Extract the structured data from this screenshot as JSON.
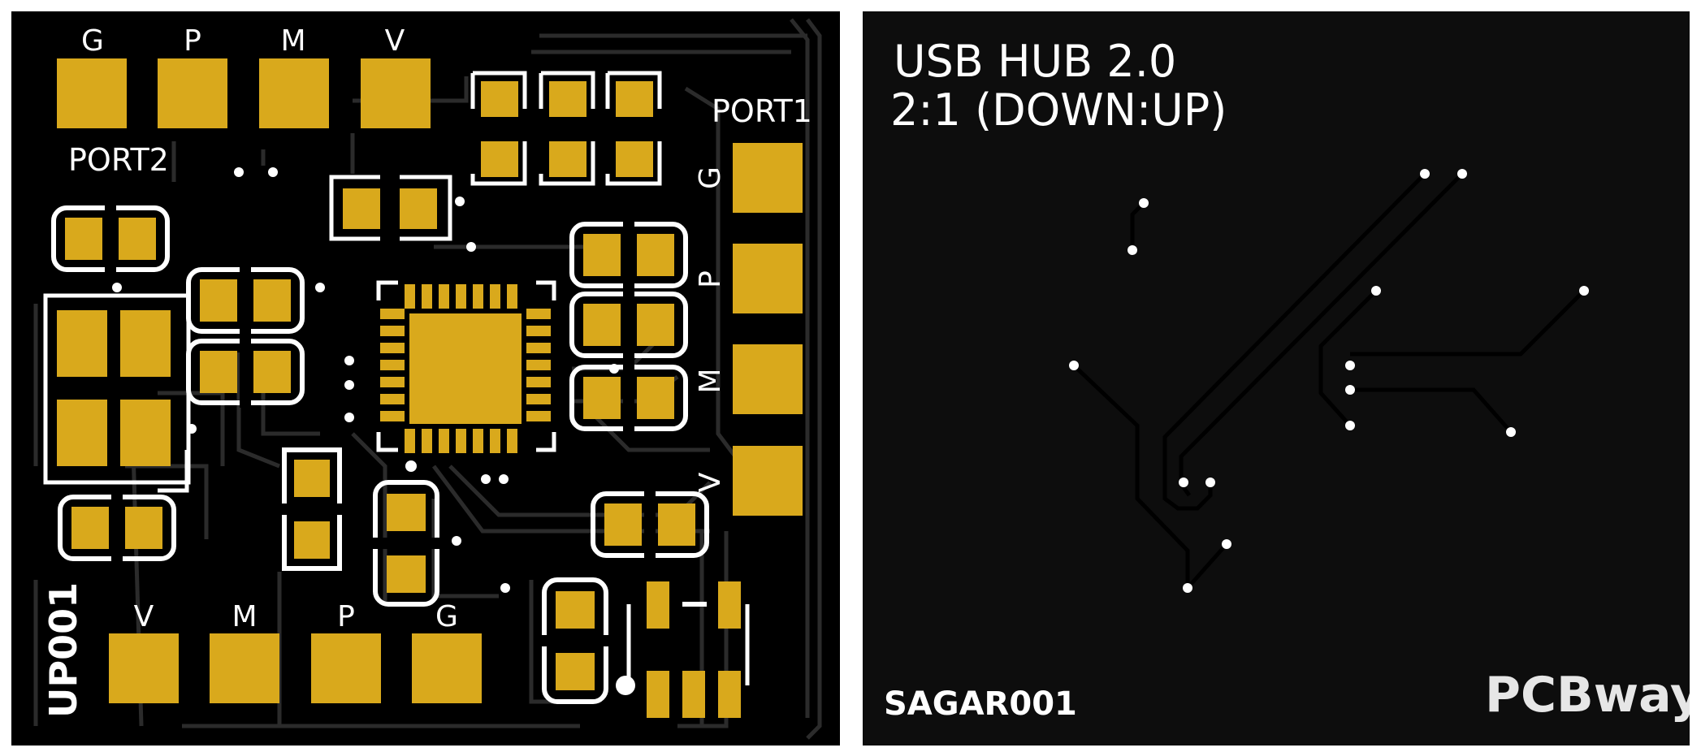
{
  "colors": {
    "background": "#ffffff",
    "board": "#000000",
    "board_back": "#0d0d0d",
    "copper_pad": "#d9a91c",
    "trace_front": "#2b2b2b",
    "trace_back": "#000000",
    "silkscreen": "#ffffff",
    "watermark": "#e6e6e6"
  },
  "front": {
    "port2_label": "PORT2",
    "port1_label": "PORT1",
    "port2_pins": [
      "G",
      "P",
      "M",
      "V"
    ],
    "port1_pins": [
      "G",
      "P",
      "M",
      "V"
    ],
    "bottom_pins": [
      "V",
      "M",
      "P",
      "G"
    ],
    "board_id": "UP001"
  },
  "back": {
    "title_line1": "USB HUB 2.0",
    "title_line2": "2:1 (DOWN:UP)",
    "author": "SAGAR001",
    "watermark": "PCBway"
  }
}
